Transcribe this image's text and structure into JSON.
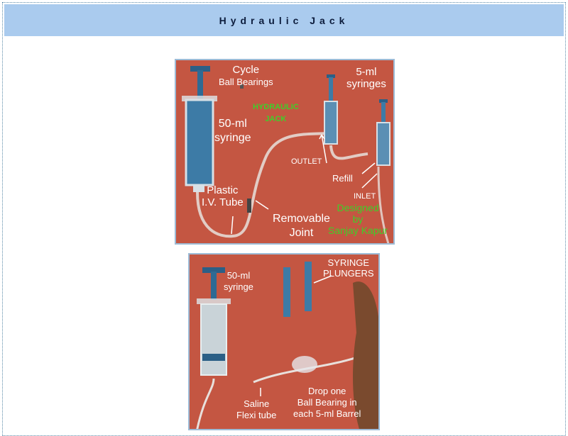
{
  "header": {
    "title": "Hydraulic Jack"
  },
  "photo1": {
    "labels": {
      "ball_bearings_1": "Cycle",
      "ball_bearings_2": "Ball Bearings",
      "syringes5_1": "5-ml",
      "syringes5_2": "syringes",
      "jack_1": "HYDRAULIC",
      "jack_2": "JACK",
      "syringe50_1": "50-ml",
      "syringe50_2": "syringe",
      "outlet": "OUTLET",
      "refill": "Refill",
      "inlet": "INLET",
      "tube_1": "Plastic",
      "tube_2": "I.V. Tube",
      "joint_1": "Removable",
      "joint_2": "Joint",
      "designed_1": "Designed",
      "designed_2": "by",
      "designed_3": "Sanjay Kapur"
    }
  },
  "photo2": {
    "labels": {
      "syringe50_1": "50-ml",
      "syringe50_2": "syringe",
      "plungers_1": "SYRINGE",
      "plungers_2": "PLUNGERS",
      "saline_1": "Saline",
      "saline_2": "Flexi tube",
      "drop_1": "Drop one",
      "drop_2": "Ball Bearing in",
      "drop_3": "each 5-ml Barrel"
    }
  }
}
